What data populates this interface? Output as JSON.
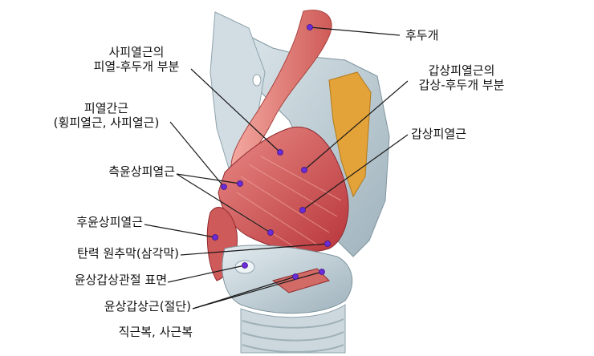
{
  "labels": {
    "epiglottis": "후두개",
    "thyroepiglottic_part": [
      "갑상피열근의",
      "갑상-후두개 부분"
    ],
    "thyroarytenoid": "갑상피열근",
    "aryepiglottic_part": [
      "사피열근의",
      "피열-후두개 부분"
    ],
    "arytenoid": [
      "피열간근",
      "(횡피열근, 사피열근)"
    ],
    "lateral_cricoarytenoid": "측윤상피열근",
    "posterior_cricoarytenoid": "후윤상피열근",
    "conus_elasticus": "탄력 원추막(삼각막)",
    "cricothyroid_joint_surface": "윤상갑상관절 표면",
    "cricothyroid_cut": "윤상갑상근(절단)",
    "straight_oblique": "직근복, 사근복"
  },
  "colors": {
    "muscle": "#c9474a",
    "muscle_light": "#e27b78",
    "cartilage": "#b7c7cf",
    "cartilage_light": "#dbe5ea",
    "fat": "#e7a42c",
    "leader_line": "#1a1a1a",
    "pin_head": "#6a2bd8"
  }
}
